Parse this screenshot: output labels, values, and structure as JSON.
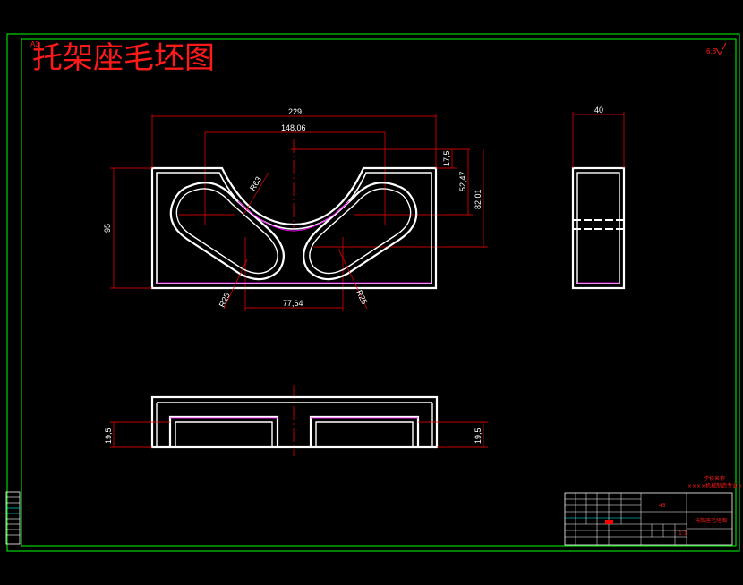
{
  "title": "托架座毛坯图",
  "corner_tag": "A3",
  "roughness_mark": "6.3",
  "colors": {
    "background": "#000000",
    "frame": "#00ff00",
    "part": "#ffffff",
    "inner": "#ff00ff",
    "centerline": "#ff0000",
    "dimension": "#ff0000",
    "table": "#ffffff"
  },
  "dimensions": {
    "overall_width": "229",
    "center_span": "148,06",
    "height": "95",
    "top_offset": "17,5",
    "depth_1": "52,47",
    "depth_2": "82,01",
    "arc_radius": "R63",
    "radius_left": "R25",
    "radius_right": "R25",
    "slot_span": "77,64",
    "side_width": "40",
    "base_left": "19,5",
    "base_right": "19,5"
  },
  "title_block": {
    "material": "45",
    "drawing_name": "托架座毛坯图",
    "school_line1": "学校名称",
    "school_line2": "××××机械制造专业××××××",
    "scale": "1:1"
  }
}
